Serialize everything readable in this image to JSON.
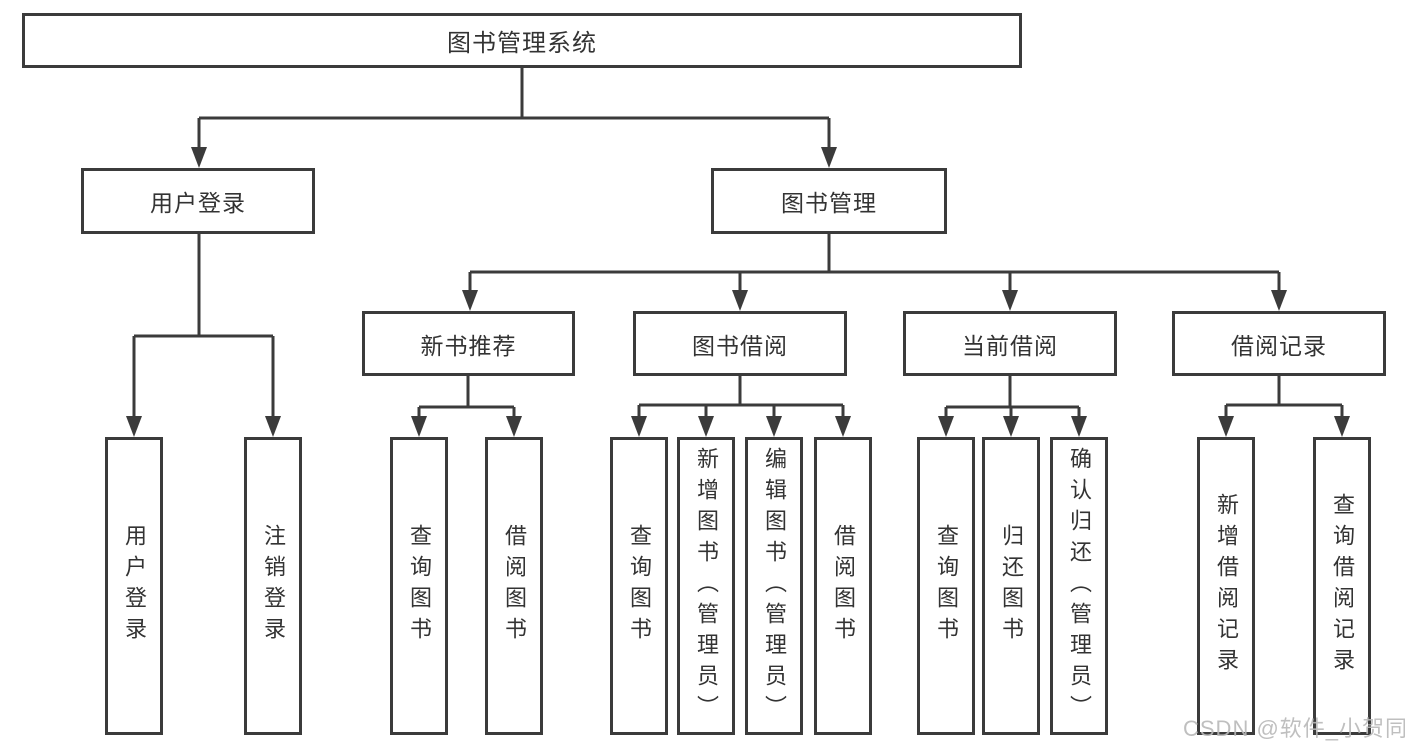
{
  "tree": {
    "label": "图书管理系统",
    "children": [
      {
        "label": "用户登录",
        "children": [
          {
            "label": "用户登录"
          },
          {
            "label": "注销登录"
          }
        ]
      },
      {
        "label": "图书管理",
        "children": [
          {
            "label": "新书推荐",
            "children": [
              {
                "label": "查询图书"
              },
              {
                "label": "借阅图书"
              }
            ]
          },
          {
            "label": "图书借阅",
            "children": [
              {
                "label": "查询图书"
              },
              {
                "label": "新增图书（管理员）"
              },
              {
                "label": "编辑图书（管理员）"
              },
              {
                "label": "借阅图书"
              }
            ]
          },
          {
            "label": "当前借阅",
            "children": [
              {
                "label": "查询图书"
              },
              {
                "label": "归还图书"
              },
              {
                "label": "确认归还（管理员）"
              }
            ]
          },
          {
            "label": "借阅记录",
            "children": [
              {
                "label": "新增借阅记录"
              },
              {
                "label": "查询借阅记录"
              }
            ]
          }
        ]
      }
    ]
  },
  "watermark": "CSDN @软件_小贺同学",
  "colors": {
    "line": "#3b3b3b",
    "text": "#333333",
    "watermark": "#b9b9b9",
    "background": "#ffffff"
  }
}
